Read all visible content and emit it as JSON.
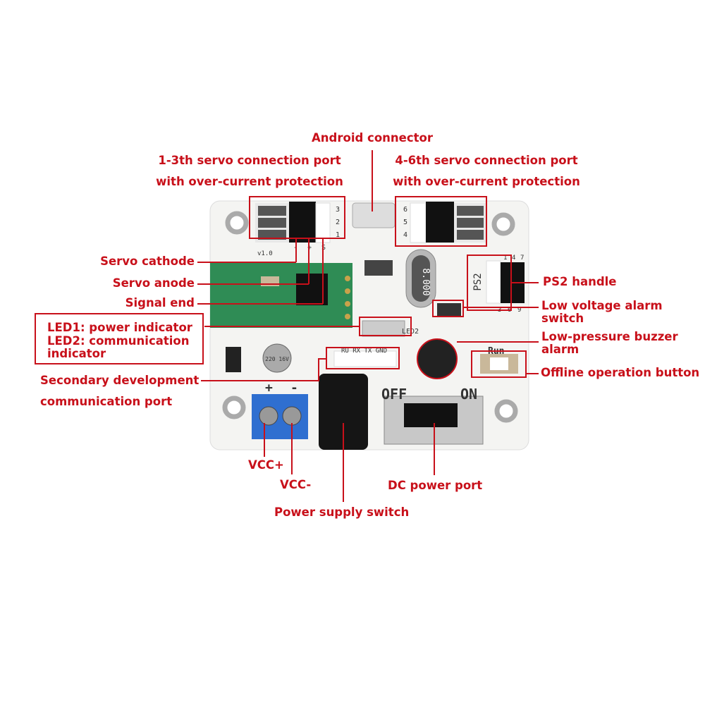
{
  "labels": {
    "android_connector": "Android connector",
    "servo_1_3": [
      "1-3th servo connection port",
      "with over-current protection"
    ],
    "servo_4_6": [
      "4-6th servo connection port",
      "with over-current protection"
    ],
    "servo_cathode": "Servo cathode",
    "servo_anode": "Servo anode",
    "signal_end": "Signal end",
    "led": [
      "LED1: power indicator",
      "LED2: communication",
      "indicator"
    ],
    "secondary_dev": [
      "Secondary development",
      "communication port"
    ],
    "ps2_handle": "PS2 handle",
    "low_voltage": [
      "Low voltage alarm",
      "switch"
    ],
    "buzzer": [
      "Low-pressure buzzer",
      "alarm"
    ],
    "offline_button": "Offline operation button",
    "vcc_plus": "VCC+",
    "vcc_minus": "VCC-",
    "dc_power": "DC power port",
    "power_switch": "Power supply switch"
  },
  "board_markings": {
    "version": "v1.0",
    "left_pins": [
      "3",
      "2",
      "1"
    ],
    "right_pins": [
      "6",
      "5",
      "4"
    ],
    "pin_polarity": [
      "-",
      "+",
      "S"
    ],
    "crystal": "8.000",
    "ps2": "PS2",
    "ps2_top": [
      "1",
      "4",
      "7"
    ],
    "ps2_bottom": [
      "3",
      "6",
      "9"
    ],
    "led2": "LED2",
    "uart": "RU RX TX GND",
    "cap": "220 16V",
    "off": "OFF",
    "on": "ON",
    "run": "Run",
    "terminal": [
      "+",
      "-"
    ]
  },
  "colors": {
    "accent": "#c8101a",
    "pcb": "#f4f4f2",
    "module": "#2f8c55",
    "terminal": "#2f6fd0"
  }
}
